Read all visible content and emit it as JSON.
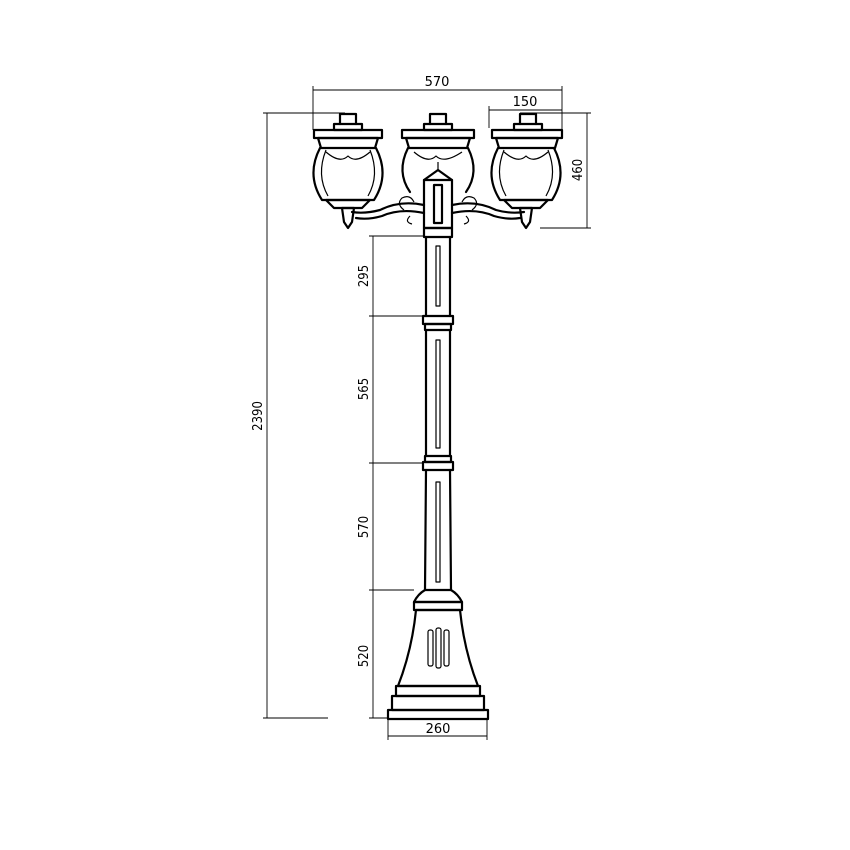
{
  "dimensions": {
    "total_width": "570",
    "head_offset": "150",
    "head_height": "460",
    "total_height": "2390",
    "seg_top": "295",
    "seg_upper": "565",
    "seg_lower": "570",
    "seg_base": "520",
    "base_width": "260"
  }
}
